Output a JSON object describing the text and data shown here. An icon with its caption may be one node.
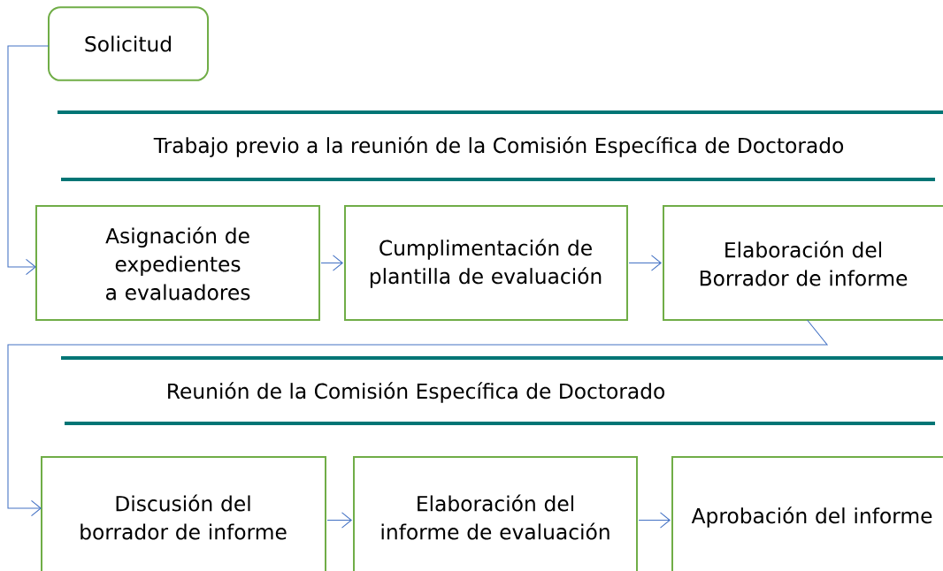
{
  "diagram": {
    "nodes": [
      {
        "text": [
          "Solicitud"
        ]
      },
      {
        "text": [
          "Trabajo previo a la reunión de la Comisión Específica de Doctorado"
        ]
      },
      {
        "text": [
          "Asignación de expedientes a evaluadores"
        ]
      },
      {
        "text": [
          "Cumplimentación de plantilla de evaluación"
        ]
      },
      {
        "text": [
          "Elaboración del Borrador de informe"
        ]
      },
      {
        "text": [
          "Reunión de la Comisión Específica de Doctorado"
        ]
      },
      {
        "text": [
          "Discusión del borrador de informe"
        ]
      },
      {
        "text": [
          "Elaboración del informe de evaluación"
        ]
      },
      {
        "text": [
          "Aprobación del informe"
        ]
      }
    ],
    "edges": [
      {
        "from": 0,
        "to": 2,
        "arrow": "to"
      },
      {
        "from": 2,
        "to": 3,
        "arrow": "to"
      },
      {
        "from": 3,
        "to": 4,
        "arrow": "to"
      },
      {
        "from": 4,
        "to": 6,
        "arrow": "to"
      },
      {
        "from": 6,
        "to": 7,
        "arrow": "to"
      },
      {
        "from": 7,
        "to": 8,
        "arrow": "to"
      }
    ]
  }
}
